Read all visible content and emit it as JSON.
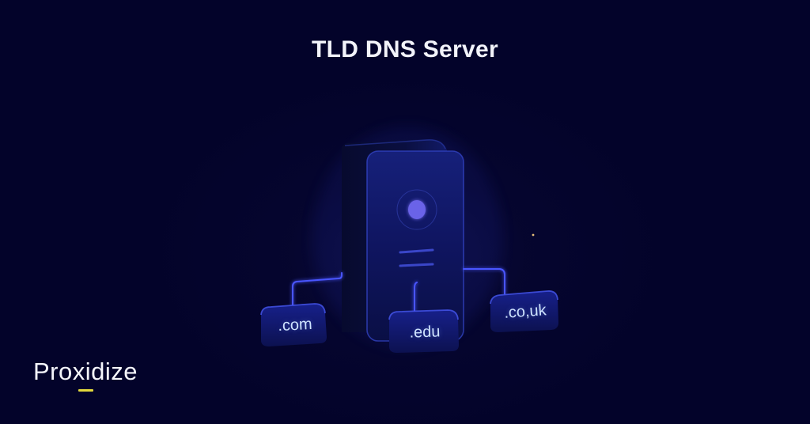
{
  "header": {
    "title": "TLD DNS Server"
  },
  "brand": {
    "logo_text": "Proxidize",
    "accent_color": "#e2d83c"
  },
  "illustration": {
    "subject": "server-icon",
    "tld_nodes": [
      {
        "label": ".com"
      },
      {
        "label": ".edu"
      },
      {
        "label": ".co,uk"
      }
    ]
  },
  "colors": {
    "background": "#03032a",
    "server_body": "#0f1560",
    "glow": "#3b4fe0",
    "node_text": "#cfe3ff",
    "indicator": "#6b63e8"
  }
}
